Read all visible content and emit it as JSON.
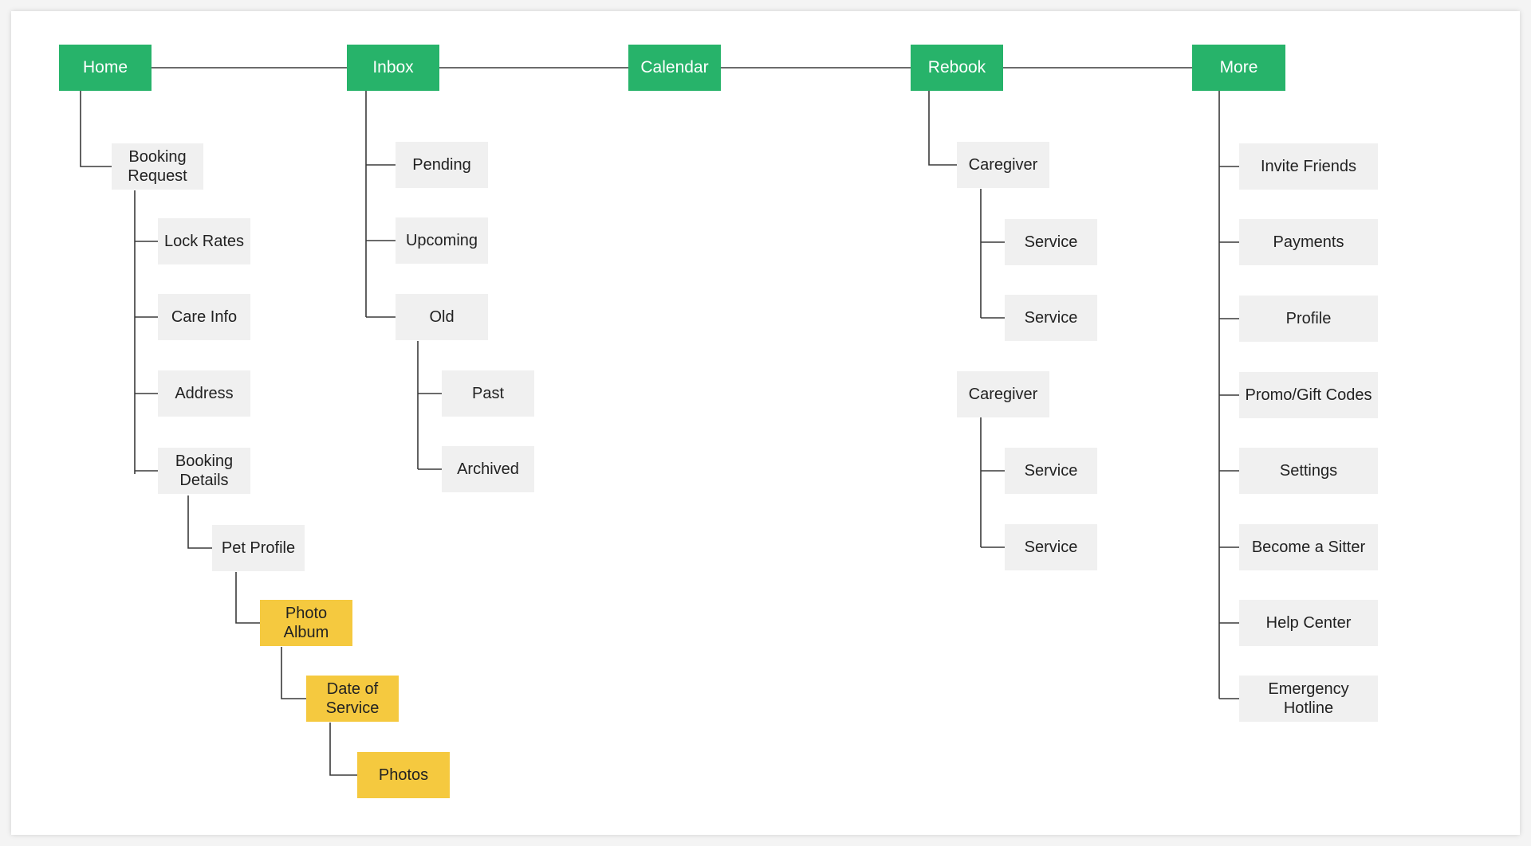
{
  "colors": {
    "top_nav": "#27b36a",
    "screen": "#f0f0f0",
    "highlight": "#f5c93f",
    "connector": "#3a3a3a"
  },
  "nav": {
    "home": "Home",
    "inbox": "Inbox",
    "calendar": "Calendar",
    "rebook": "Rebook",
    "more": "More"
  },
  "home": {
    "booking_request": "Booking\nRequest",
    "lock_rates": "Lock Rates",
    "care_info": "Care Info",
    "address": "Address",
    "booking_details": "Booking\nDetails",
    "pet_profile": "Pet Profile",
    "photo_album": "Photo\nAlbum",
    "date_of_service": "Date of\nService",
    "photos": "Photos"
  },
  "inbox": {
    "pending": "Pending",
    "upcoming": "Upcoming",
    "old": "Old",
    "past": "Past",
    "archived": "Archived"
  },
  "rebook": {
    "caregivers": [
      {
        "label": "Caregiver",
        "services": [
          "Service",
          "Service"
        ]
      },
      {
        "label": "Caregiver",
        "services": [
          "Service",
          "Service"
        ]
      }
    ]
  },
  "more": {
    "items": [
      "Invite Friends",
      "Payments",
      "Profile",
      "Promo/Gift Codes",
      "Settings",
      "Become a Sitter",
      "Help Center",
      "Emergency\nHotline"
    ]
  }
}
